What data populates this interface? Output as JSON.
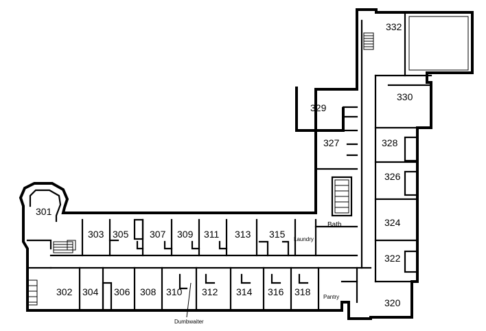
{
  "rooms": [
    {
      "id": "301",
      "label": "301"
    },
    {
      "id": "302",
      "label": "302"
    },
    {
      "id": "303",
      "label": "303"
    },
    {
      "id": "304",
      "label": "304"
    },
    {
      "id": "305",
      "label": "305"
    },
    {
      "id": "306",
      "label": "306"
    },
    {
      "id": "307",
      "label": "307"
    },
    {
      "id": "308",
      "label": "308"
    },
    {
      "id": "309",
      "label": "309"
    },
    {
      "id": "310",
      "label": "310"
    },
    {
      "id": "311",
      "label": "311"
    },
    {
      "id": "312",
      "label": "312"
    },
    {
      "id": "313",
      "label": "313"
    },
    {
      "id": "314",
      "label": "314"
    },
    {
      "id": "315",
      "label": "315"
    },
    {
      "id": "316",
      "label": "316"
    },
    {
      "id": "318",
      "label": "318"
    },
    {
      "id": "320",
      "label": "320"
    },
    {
      "id": "322",
      "label": "322"
    },
    {
      "id": "324",
      "label": "324"
    },
    {
      "id": "326",
      "label": "326"
    },
    {
      "id": "327",
      "label": "327"
    },
    {
      "id": "328",
      "label": "328"
    },
    {
      "id": "329",
      "label": "329"
    },
    {
      "id": "330",
      "label": "330"
    },
    {
      "id": "332",
      "label": "332"
    }
  ],
  "labels": {
    "bath": "Bath",
    "laundry": "Laundry",
    "pantry": "Pantry",
    "dumbwaiter": "Dumbwaiter"
  }
}
